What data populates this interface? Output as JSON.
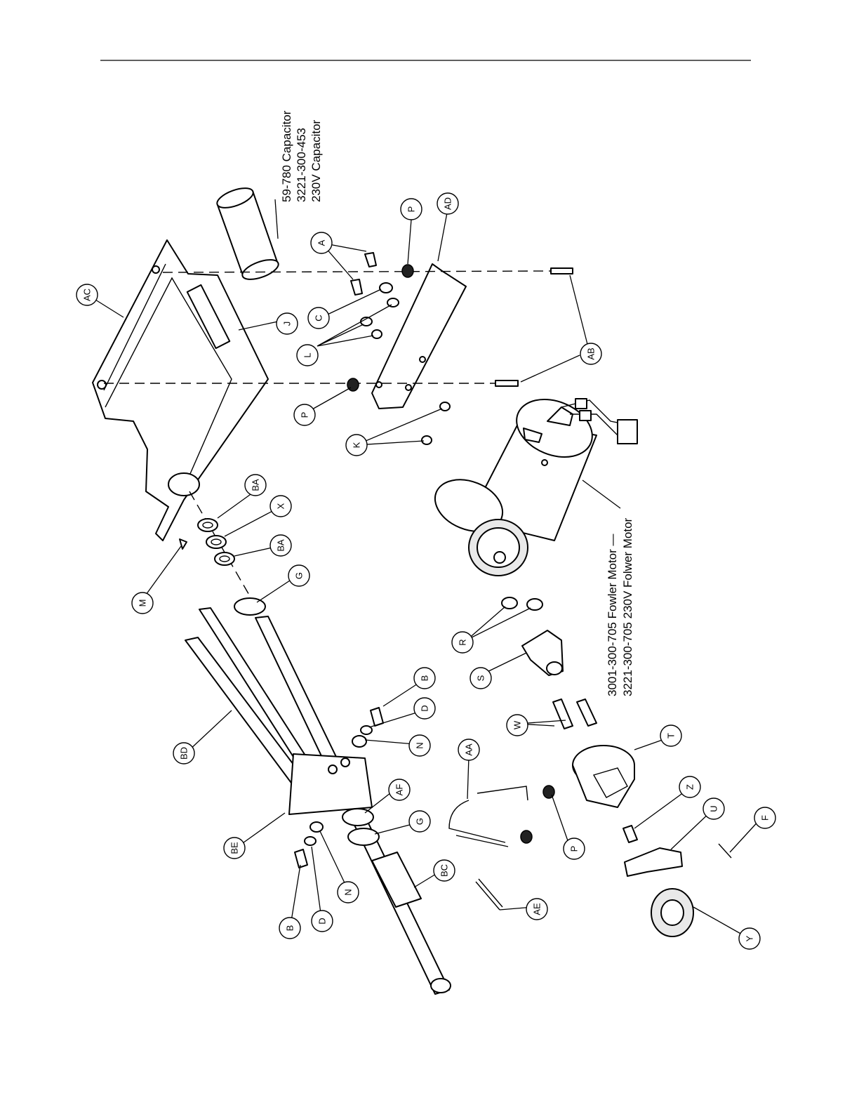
{
  "capacitor_note": [
    "59-780  Capacitor",
    "3221-300-453",
    "230V  Capacitor"
  ],
  "motor_note": [
    "3001-300-705  Fowler  Motor  —",
    "3221-300-705  230V  Folwer Motor"
  ],
  "balloons": {
    "AC": "AC",
    "J": "J",
    "A": "A",
    "P_top": "P",
    "AD": "AD",
    "C": "C",
    "L": "L",
    "AB": "AB",
    "P_left": "P",
    "K": "K",
    "BA_1": "BA",
    "X": "X",
    "BA_2": "BA",
    "M": "M",
    "G_top": "G",
    "R": "R",
    "S": "S",
    "B_top": "B",
    "D_top": "D",
    "N_top": "N",
    "W": "W",
    "T": "T",
    "BD": "BD",
    "AA": "AA",
    "AF": "AF",
    "G_bottom": "G",
    "Z": "Z",
    "U": "U",
    "F": "F",
    "P_bottom": "P",
    "BE": "BE",
    "BC": "BC",
    "N_bottom": "N",
    "B_bottom": "B",
    "D_bottom": "D",
    "AE": "AE",
    "Y": "Y"
  }
}
